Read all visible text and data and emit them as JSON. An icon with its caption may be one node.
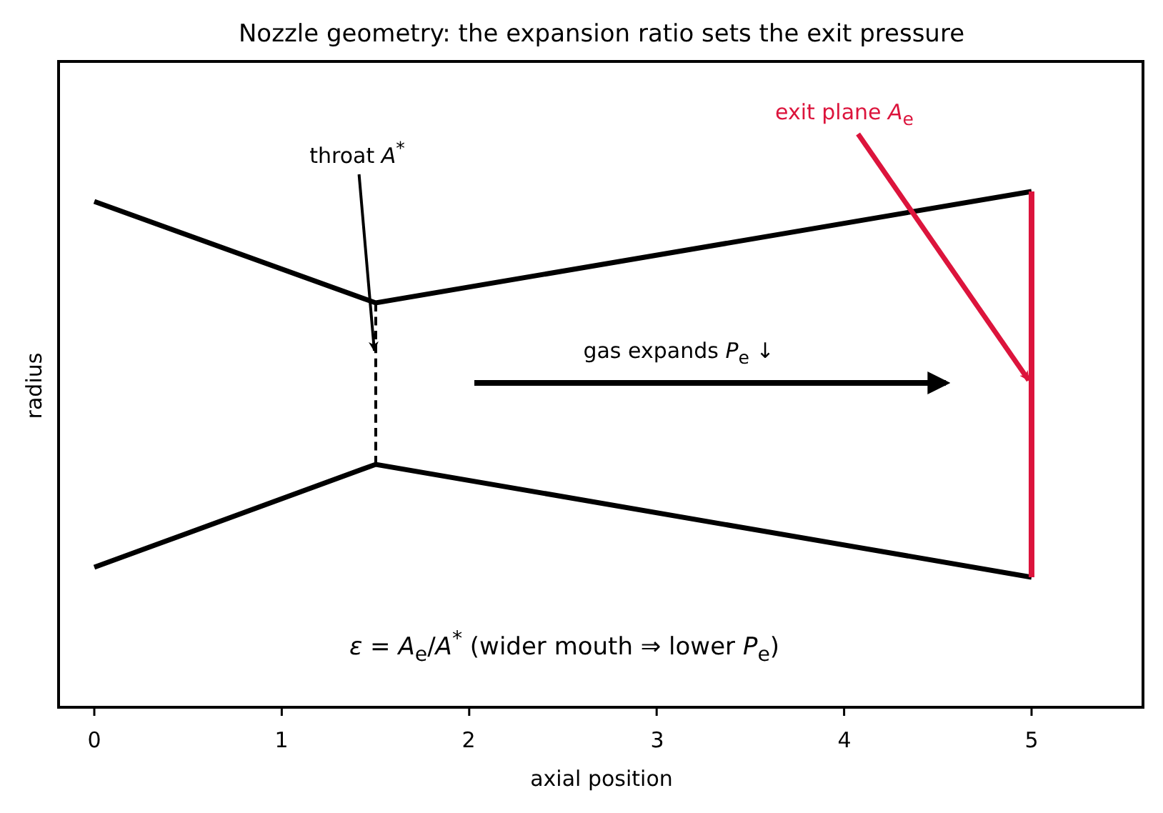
{
  "diagram": {
    "title": "Nozzle geometry: the expansion ratio sets the exit pressure",
    "nodes": [
      {
        "text": [
          "throat *A*$^{*}$"
        ]
      },
      {
        "text": [],
        "shape": "bar"
      },
      {
        "text": [
          "exit plane *A*$_{e}$"
        ]
      },
      {
        "text": [],
        "shape": "bar"
      }
    ],
    "edges": [
      {
        "from": 0,
        "to": 1,
        "arrow": "to"
      },
      {
        "from": 2,
        "to": 3,
        "arrow": "to",
        "color": "#dc143c"
      }
    ],
    "labels": [
      "gas expands *P*$_{e}$ ↓",
      "*ε* = *A*$_{e}$/*A*$^{*}$  (wider mouth ⇒ lower *P*$_{e}$)",
      "radius",
      "0",
      "1",
      "2",
      "3",
      "4",
      "5",
      "axial position"
    ]
  }
}
